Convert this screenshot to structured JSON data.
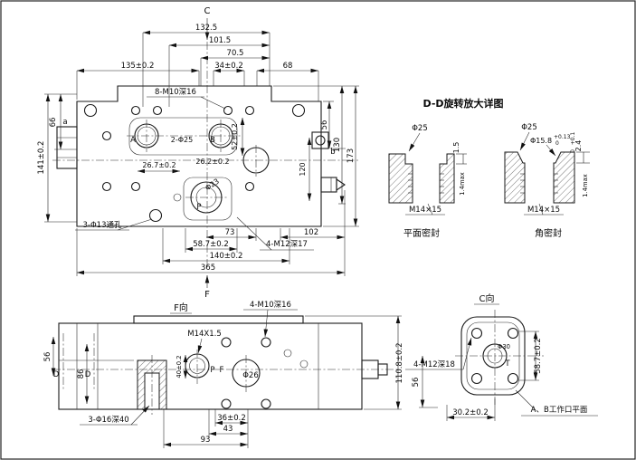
{
  "top_view": {
    "section_c": "C",
    "section_f": "F",
    "dim_132_5": "132.5",
    "dim_101_5": "101.5",
    "dim_70_5": "70.5",
    "dim_135": "135±0.2",
    "dim_34": "34±0.2",
    "dim_68": "68",
    "label_8m10": "8-M10深16",
    "dim_66": "66",
    "dim_141": "141±0.2",
    "port_a": "A",
    "label_2d25": "2-Φ25",
    "port_b": "B",
    "dim_52": "52±0.2",
    "label_a": "a",
    "label_b": "b",
    "dim_56": "56",
    "dim_130": "130",
    "dim_173": "173",
    "dim_26_7": "26.7±0.2",
    "dim_26_2": "26.2±0.2",
    "dim_120": "120",
    "label_d23": "Φ23",
    "port_p": "P",
    "label_3d13": "3-Φ13通孔",
    "dim_73": "73",
    "dim_102": "102",
    "dim_58_7": "58.7±0.2",
    "label_4m12": "4-M12深17",
    "dim_140": "140±0.2",
    "dim_365": "365"
  },
  "dd_detail": {
    "title": "D-D旋转放大详图",
    "left": {
      "dia25": "Φ25",
      "dim_1_5": "1.5",
      "dim_14max": "1.4max",
      "thread": "M14×15",
      "caption": "平面密封"
    },
    "right": {
      "dia25": "Φ25",
      "dia15_8": "Φ15.8",
      "tol_up": "+0.13",
      "tol_dn": "0",
      "dim_2_4": "2.4",
      "tol2_up": "+0.1",
      "tol2_dn": "0",
      "dim_14max": "1.4max",
      "thread": "M14×15",
      "caption": "角密封"
    }
  },
  "f_view": {
    "title": "F向",
    "label_4m10": "4-M10深16",
    "label_m14": "M14X1.5",
    "label_d1": "D",
    "label_d2": "D",
    "dim_56": "56",
    "dim_86": "86",
    "dim_40": "40±0.2",
    "port_p": "P",
    "port_f": "F",
    "dia_26": "Φ26",
    "dim_110_8": "110.8±0.2",
    "label_3d16": "3-Φ16深40",
    "dim_36": "36±0.2",
    "dim_43": "43",
    "dim_93": "93"
  },
  "c_view": {
    "title": "C向",
    "dia_30": "Φ30",
    "port_t": "T",
    "dim_58_7": "58.7±0.2",
    "label_4m12": "4-M12深18",
    "dim_56": "56",
    "dim_30_2": "30.2±0.2",
    "caption": "A、B工作口平面"
  }
}
